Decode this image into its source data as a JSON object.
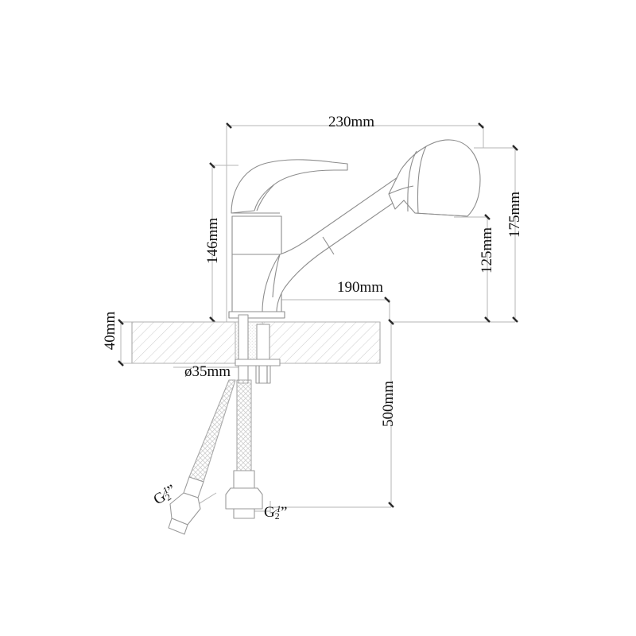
{
  "drawing": {
    "title": "Kitchen pull-out faucet technical dimension drawing",
    "units": "mm",
    "line_color": "#b3b3b3",
    "text_color": "#111111",
    "hatch_color": "#c9c9c9",
    "background": "#ffffff"
  },
  "dimensions": {
    "overall_width": "230mm",
    "handle_height": "146mm",
    "spout_reach": "190mm",
    "spout_height": "125mm",
    "total_height": "175mm",
    "countertop_thickness": "40mm",
    "mounting_hole": "ø35mm",
    "hose_length": "500mm"
  },
  "threads": {
    "left_connector": {
      "prefix": "G",
      "numerator": "1",
      "denominator": "2",
      "suffix": "”"
    },
    "right_connector": {
      "prefix": "G",
      "numerator": "1",
      "denominator": "2",
      "suffix": "”"
    }
  },
  "parts": {
    "lever_handle": "lever-handle",
    "body": "faucet-body",
    "spout": "pull-out-spout",
    "sprayer_head": "sprayer-head",
    "countertop": "countertop-section",
    "mounting_nut": "mounting-nut",
    "hose_left": "braided-supply-hose-left",
    "hose_right": "braided-supply-hose-right"
  }
}
